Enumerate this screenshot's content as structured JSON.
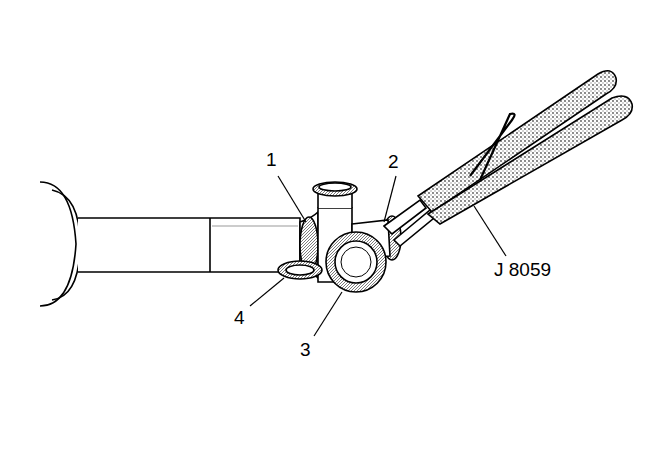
{
  "diagram": {
    "labels": [
      "1",
      "2",
      "3",
      "4",
      "J 8059"
    ]
  }
}
